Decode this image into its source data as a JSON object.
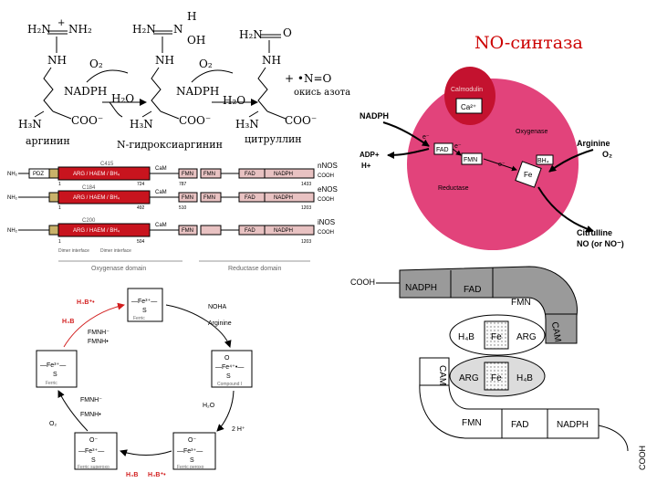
{
  "title": "NO-синтаза",
  "reaction": {
    "arg_top_left": "H₂N",
    "arg_top_right": "NH₂",
    "arg_plus": "+",
    "arg_nh": "NH",
    "arg_bottom_left": "H₃N",
    "arg_bottom_right": "COO⁻",
    "arg_name": "аргинин",
    "step1_o2": "O₂",
    "step1_nadph": "NADPH",
    "step1_h2o": "H₂O",
    "noha_top_left": "H₂N",
    "noha_top_right": "N",
    "noha_h": "H",
    "noha_oh": "OH",
    "noha_nh": "NH",
    "noha_bottom_left": "H₃N",
    "noha_bottom_right": "COO⁻",
    "noha_name": "N-гидроксиаргинин",
    "step2_o2": "O₂",
    "step2_nadph": "NADPH",
    "step2_h2o": "H₂O",
    "cit_top_left": "H₂N",
    "cit_top_right": "O",
    "cit_nh": "NH",
    "cit_bottom_left": "H₃N",
    "cit_bottom_right": "COO⁻",
    "cit_name": "цитруллин",
    "no_label": "+ •N=O",
    "no_name": "окись азота"
  },
  "isoforms": {
    "rows": [
      {
        "name": "nNOS",
        "end": "COOH",
        "start": "NH₂",
        "site": "C415",
        "domains": [
          "PDZ",
          "ARG / HAEM / BH₄",
          "CaM",
          "FMN",
          "FMN",
          "FAD",
          "NADPH"
        ],
        "numbers": [
          "1",
          "724",
          "787",
          "1433"
        ]
      },
      {
        "name": "eNOS",
        "end": "COOH",
        "start": "NH₂",
        "site": "C184",
        "domains": [
          "ARG / HAEM / BH₄",
          "CaM",
          "FMN",
          "FMN",
          "FAD",
          "NADPH"
        ],
        "numbers": [
          "1",
          "492",
          "510",
          "1203"
        ]
      },
      {
        "name": "iNOS",
        "end": "COOH",
        "start": "NH₂",
        "site": "C200",
        "domains": [
          "ARG / HAEM / BH₄",
          "CaM",
          "FMN",
          "FAD",
          "NADPH"
        ],
        "numbers": [
          "1",
          "504",
          "1203"
        ]
      }
    ],
    "notes": [
      "Dimer interface",
      "Dimer interface"
    ],
    "oxygenase_label": "Oxygenase domain",
    "reductase_label": "Reductase domain"
  },
  "enzyme": {
    "calmodulin": "Calmodulin",
    "ca": "Ca²⁺",
    "oxygenase": "Oxygenase",
    "reductase": "Reductase",
    "fad": "FAD",
    "fmn": "FMN",
    "fe": "Fe",
    "bh4": "BH₄",
    "e1": "e⁻",
    "e2": "e⁻",
    "e3": "e⁻",
    "nadph": "NADPH",
    "adp": "ADP+",
    "hplus": "H+",
    "arginine": "Arginine",
    "o2": "O₂",
    "citrulline": "Citrulline",
    "no": "NO (or NO⁻)"
  },
  "cycle": {
    "h4b_plus": "H₄B⁺•",
    "h4b": "H₄B",
    "fmnh_minus": "FMNH⁻",
    "fmnh_dot": "FMNH•",
    "top_center": "—Fe³⁺—",
    "top_s": "S",
    "top_caption": "Ferric",
    "noha": "NOHA",
    "arginine": "Arginine",
    "left": "—Fe³⁺—",
    "left_s": "S",
    "left_caption": "Ferric",
    "right": "—Fe⁴⁺•—",
    "right_o": "O",
    "right_s": "S",
    "right_caption": "Compound I",
    "h2o": "H₂O",
    "two_h": "2 H⁺",
    "bl_fmnh1": "FMNH⁻",
    "bl_fmnh2": "FMNH•",
    "o2": "O₂",
    "bottom_left": "—Fe³⁺—",
    "bottom_left_o": "O⁻",
    "bottom_left_s": "S",
    "bottom_left_caption": "Ferric superoxo",
    "bottom_right": "—Fe³⁺—",
    "bottom_right_o": "O⁻",
    "bottom_right_s": "S",
    "bottom_right_caption": "Ferric peroxo",
    "b_h4b": "H₄B",
    "b_h4b_plus": "H₄B⁺•"
  },
  "dimer": {
    "cooh_top": "COOH",
    "top_nadph": "NADPH",
    "top_fad": "FAD",
    "top_fmn": "FMN",
    "top_cam": "CAM",
    "upper_h4b": "H₄B",
    "upper_fe": "Fe",
    "upper_arg": "ARG",
    "lower_arg": "ARG",
    "lower_fe": "Fe",
    "lower_h4b": "H₄B",
    "left_cam": "CAM",
    "bot_fmn": "FMN",
    "bot_fad": "FAD",
    "bot_nadph": "NADPH",
    "cooh_bottom": "COOH"
  },
  "colors": {
    "title": "#cc0000",
    "nos_red": "#c8141e",
    "nos_pink": "#e8c2c2",
    "nos_gray": "#bdbdbd",
    "enzyme_pink": "#e2437b",
    "calmodulin_red": "#c4122f",
    "cycle_red": "#d21e1e",
    "dimer_gray": "#9a9a9a",
    "dimer_light": "#dcdcdc"
  }
}
